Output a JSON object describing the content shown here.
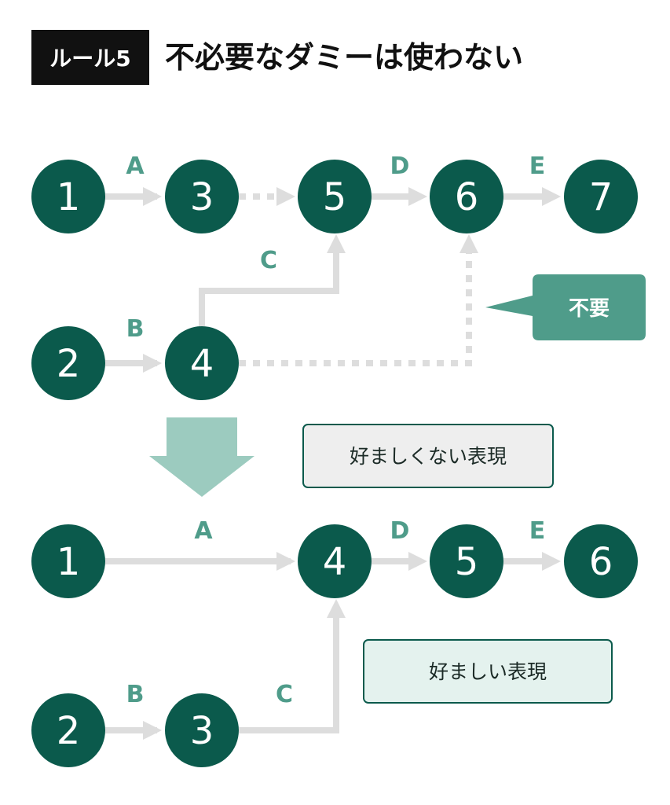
{
  "header": {
    "rule_badge": "ルール5",
    "title": "不必要なダミーは使わない"
  },
  "colors": {
    "node_fill": "#0b5a4c",
    "edge_label": "#4f9c8a",
    "arrow_gray": "#dddddd",
    "callout_fill": "#4f9c8a",
    "transition_arrow": "#9ccbbf",
    "bad_box_fill": "#eeeeee",
    "good_box_fill": "#e4f2ee",
    "box_border": "#0b5a4c"
  },
  "top_network": {
    "nodes": [
      "1",
      "3",
      "5",
      "6",
      "7",
      "2",
      "4"
    ],
    "edge_labels": [
      "A",
      "D",
      "E",
      "C",
      "B"
    ],
    "callout": "不要",
    "verdict_box": "好ましくない表現"
  },
  "bottom_network": {
    "nodes": [
      "1",
      "4",
      "5",
      "6",
      "2",
      "3"
    ],
    "edge_labels": [
      "A",
      "D",
      "E",
      "B",
      "C"
    ],
    "verdict_box": "好ましい表現"
  }
}
